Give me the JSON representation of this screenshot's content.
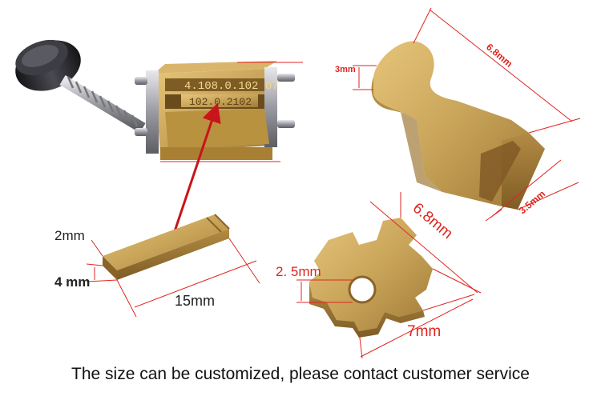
{
  "palette": {
    "brass": "#c9a55a",
    "brass_dark": "#9a7632",
    "dimension_red": "#e0251f",
    "arrow_red": "#c8141a",
    "knob": "#2a2a2e"
  },
  "stamp_holder": {
    "engraved_top": "4.108.0.102 07",
    "engraved_bottom": "102.0.2102"
  },
  "bar_type": {
    "height_label": "2mm",
    "width_label": "4 mm",
    "length_label": "15mm"
  },
  "tall_type": {
    "neck_label": "3mm",
    "length_label": "6.8mm",
    "base_label": "3.5mm"
  },
  "square_type": {
    "hole_label": "2. 5mm",
    "side_label": "6.8mm",
    "bottom_label": "7mm"
  },
  "caption": "The size can be customized, please contact customer service"
}
